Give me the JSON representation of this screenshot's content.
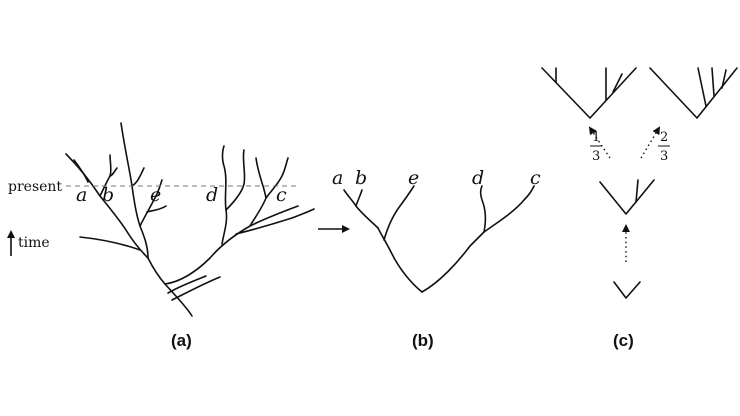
{
  "panels": {
    "a": {
      "label": "(a)",
      "present_label": "present",
      "time_label": "time",
      "leaves": [
        "a",
        "b",
        "e",
        "d",
        "c"
      ]
    },
    "b": {
      "label": "(b)",
      "leaves": [
        "a",
        "b",
        "e",
        "d",
        "c"
      ]
    },
    "c": {
      "label": "(c)",
      "fraction_left": {
        "numerator": "1",
        "denominator": "3"
      },
      "fraction_right": {
        "numerator": "2",
        "denominator": "3"
      }
    }
  }
}
